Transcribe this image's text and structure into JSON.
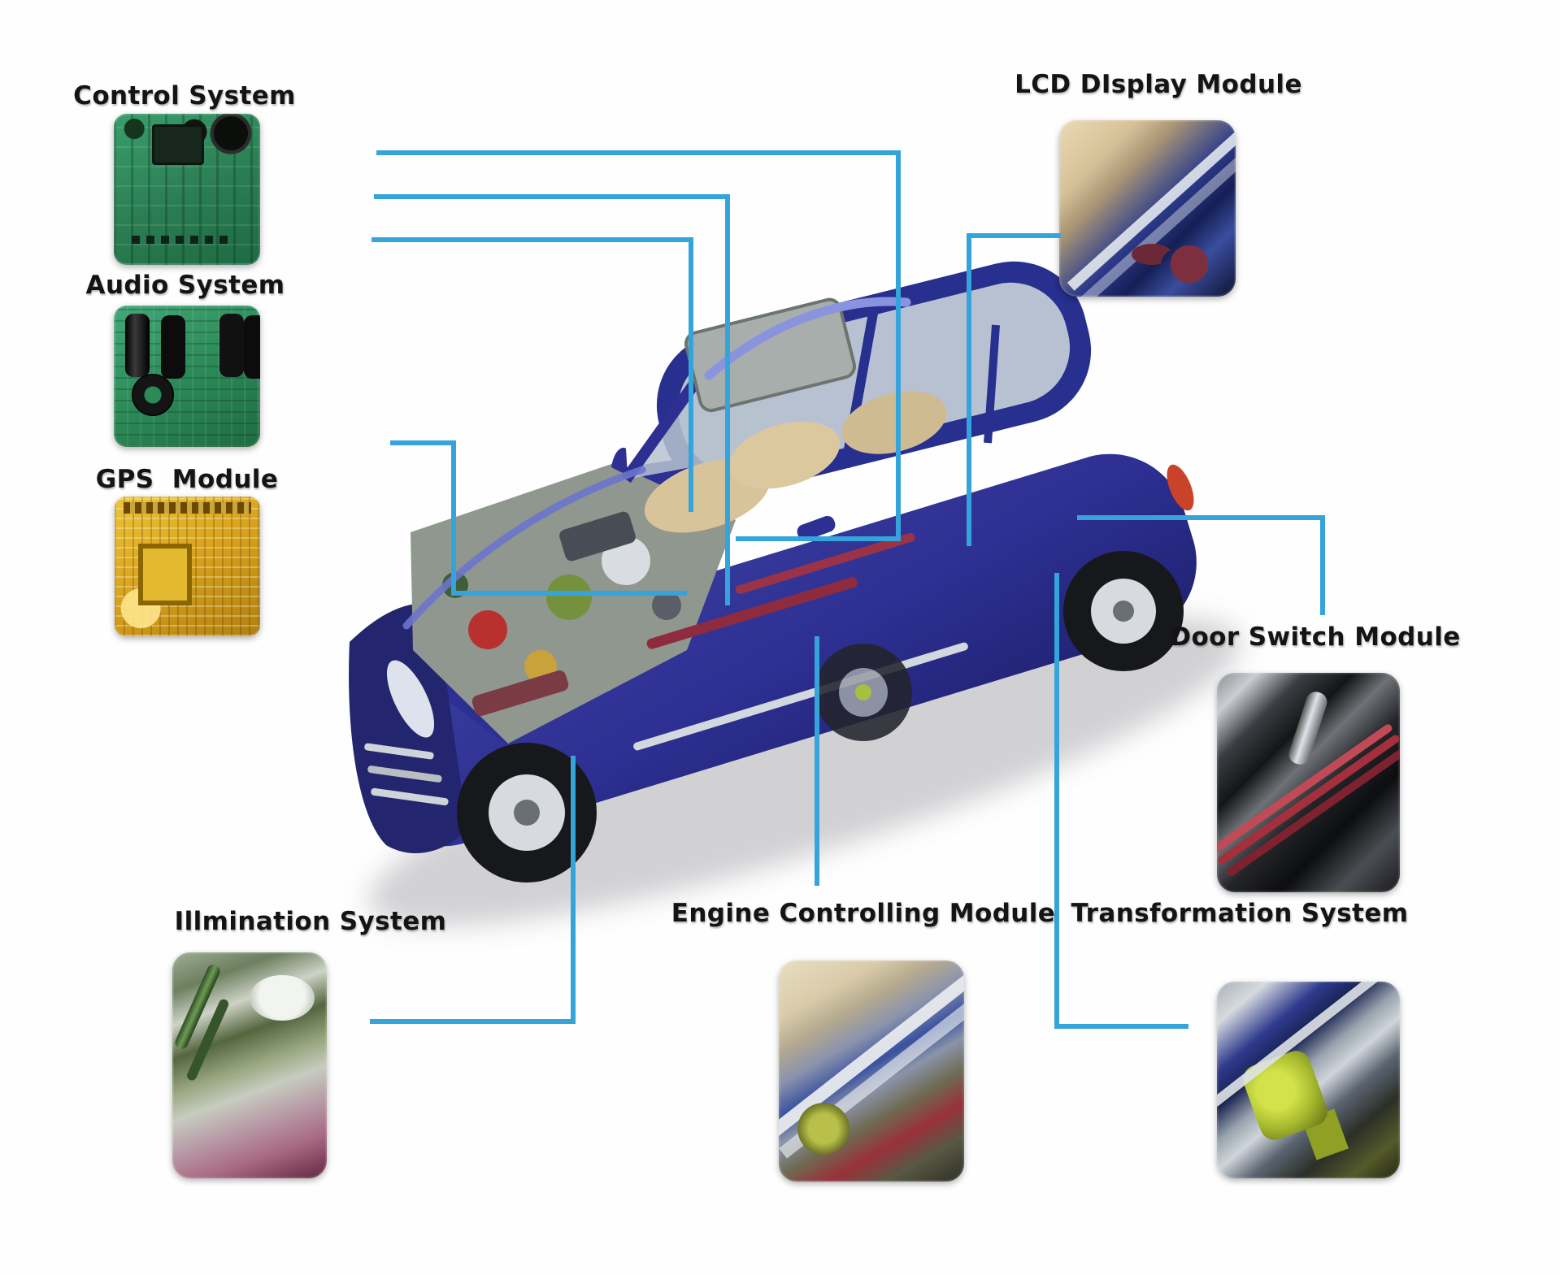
{
  "figure": {
    "type": "annotated_cutaway_diagram",
    "subject": "Car electronics modules cutaway",
    "modules": [
      {
        "id": "control-system",
        "label": "Control System",
        "image": "green-circuit-board"
      },
      {
        "id": "audio-system",
        "label": "Audio System",
        "image": "green-circuit-board-with-capacitors"
      },
      {
        "id": "gps-module",
        "label": "GPS  Module",
        "image": "yellow-circuit-board"
      },
      {
        "id": "lcd-display-module",
        "label": "LCD DIsplay Module",
        "image": "dashboard-interior-photo"
      },
      {
        "id": "door-switch-module",
        "label": "Door Switch Module",
        "image": "door-switch-parts-photo"
      },
      {
        "id": "illumination-system",
        "label": "Illmination System",
        "image": "headlight-machinery-photo"
      },
      {
        "id": "engine-controlling-module",
        "label": "Engine Controlling Module",
        "image": "engine-bay-photo"
      },
      {
        "id": "transformation-system",
        "label": "Transformation System",
        "image": "suspension-parts-photo"
      }
    ],
    "colors": {
      "background": "#fefefe",
      "connector_line": "#35a4da",
      "car_body": "#2d2f92",
      "pcb_green": "#2e8f5e",
      "pcb_yellow": "#d9a41f",
      "label_text": "#141414"
    }
  }
}
